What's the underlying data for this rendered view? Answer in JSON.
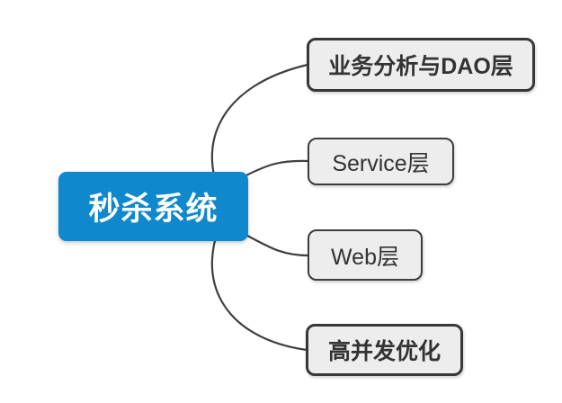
{
  "diagram": {
    "type": "mindmap",
    "root": {
      "label": "秒杀系统",
      "fill_color": "#0f88cd",
      "text_color": "#ffffff"
    },
    "children": [
      {
        "label": "业务分析与DAO层",
        "emphasis": "bold"
      },
      {
        "label": "Service层",
        "emphasis": "normal"
      },
      {
        "label": "Web层",
        "emphasis": "normal"
      },
      {
        "label": "高并发优化",
        "emphasis": "bold"
      }
    ],
    "child_fill_color": "#ededed",
    "child_border_color": "#3d3d3d",
    "child_text_color": "#333333",
    "line_color": "#3f3f3f",
    "background_color": "#ffffff"
  }
}
